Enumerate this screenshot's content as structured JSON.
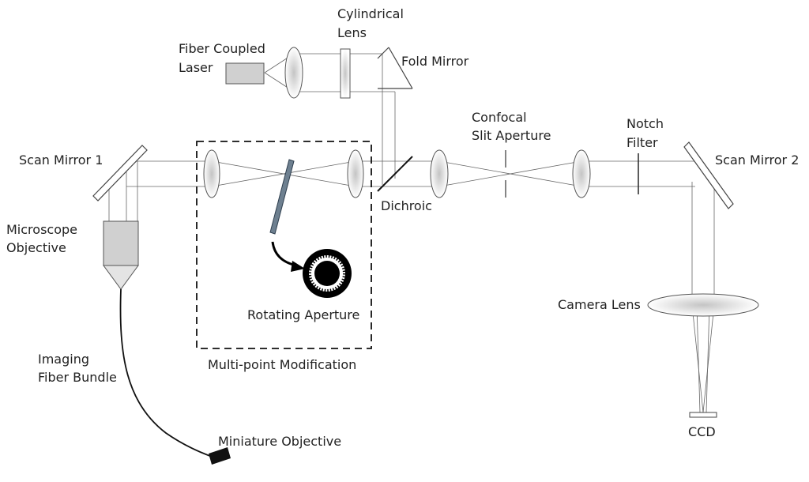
{
  "labels": {
    "cylindrical_lens_1": "Cylindrical",
    "cylindrical_lens_2": "Lens",
    "fiber_laser_1": "Fiber Coupled",
    "fiber_laser_2": "Laser",
    "fold_mirror": "Fold Mirror",
    "confocal_1": "Confocal",
    "confocal_2": "Slit Aperture",
    "notch_1": "Notch",
    "notch_2": "Filter",
    "scan_mirror_1": "Scan Mirror 1",
    "scan_mirror_2": "Scan Mirror 2",
    "dichroic": "Dichroic",
    "microscope_1": "Microscope",
    "microscope_2": "Objective",
    "rotating_aperture": "Rotating Aperture",
    "camera_lens": "Camera Lens",
    "multipoint": "Multi-point Modification",
    "imaging_1": "Imaging",
    "imaging_2": "Fiber Bundle",
    "ccd": "CCD",
    "miniature": "Miniature Objective"
  }
}
